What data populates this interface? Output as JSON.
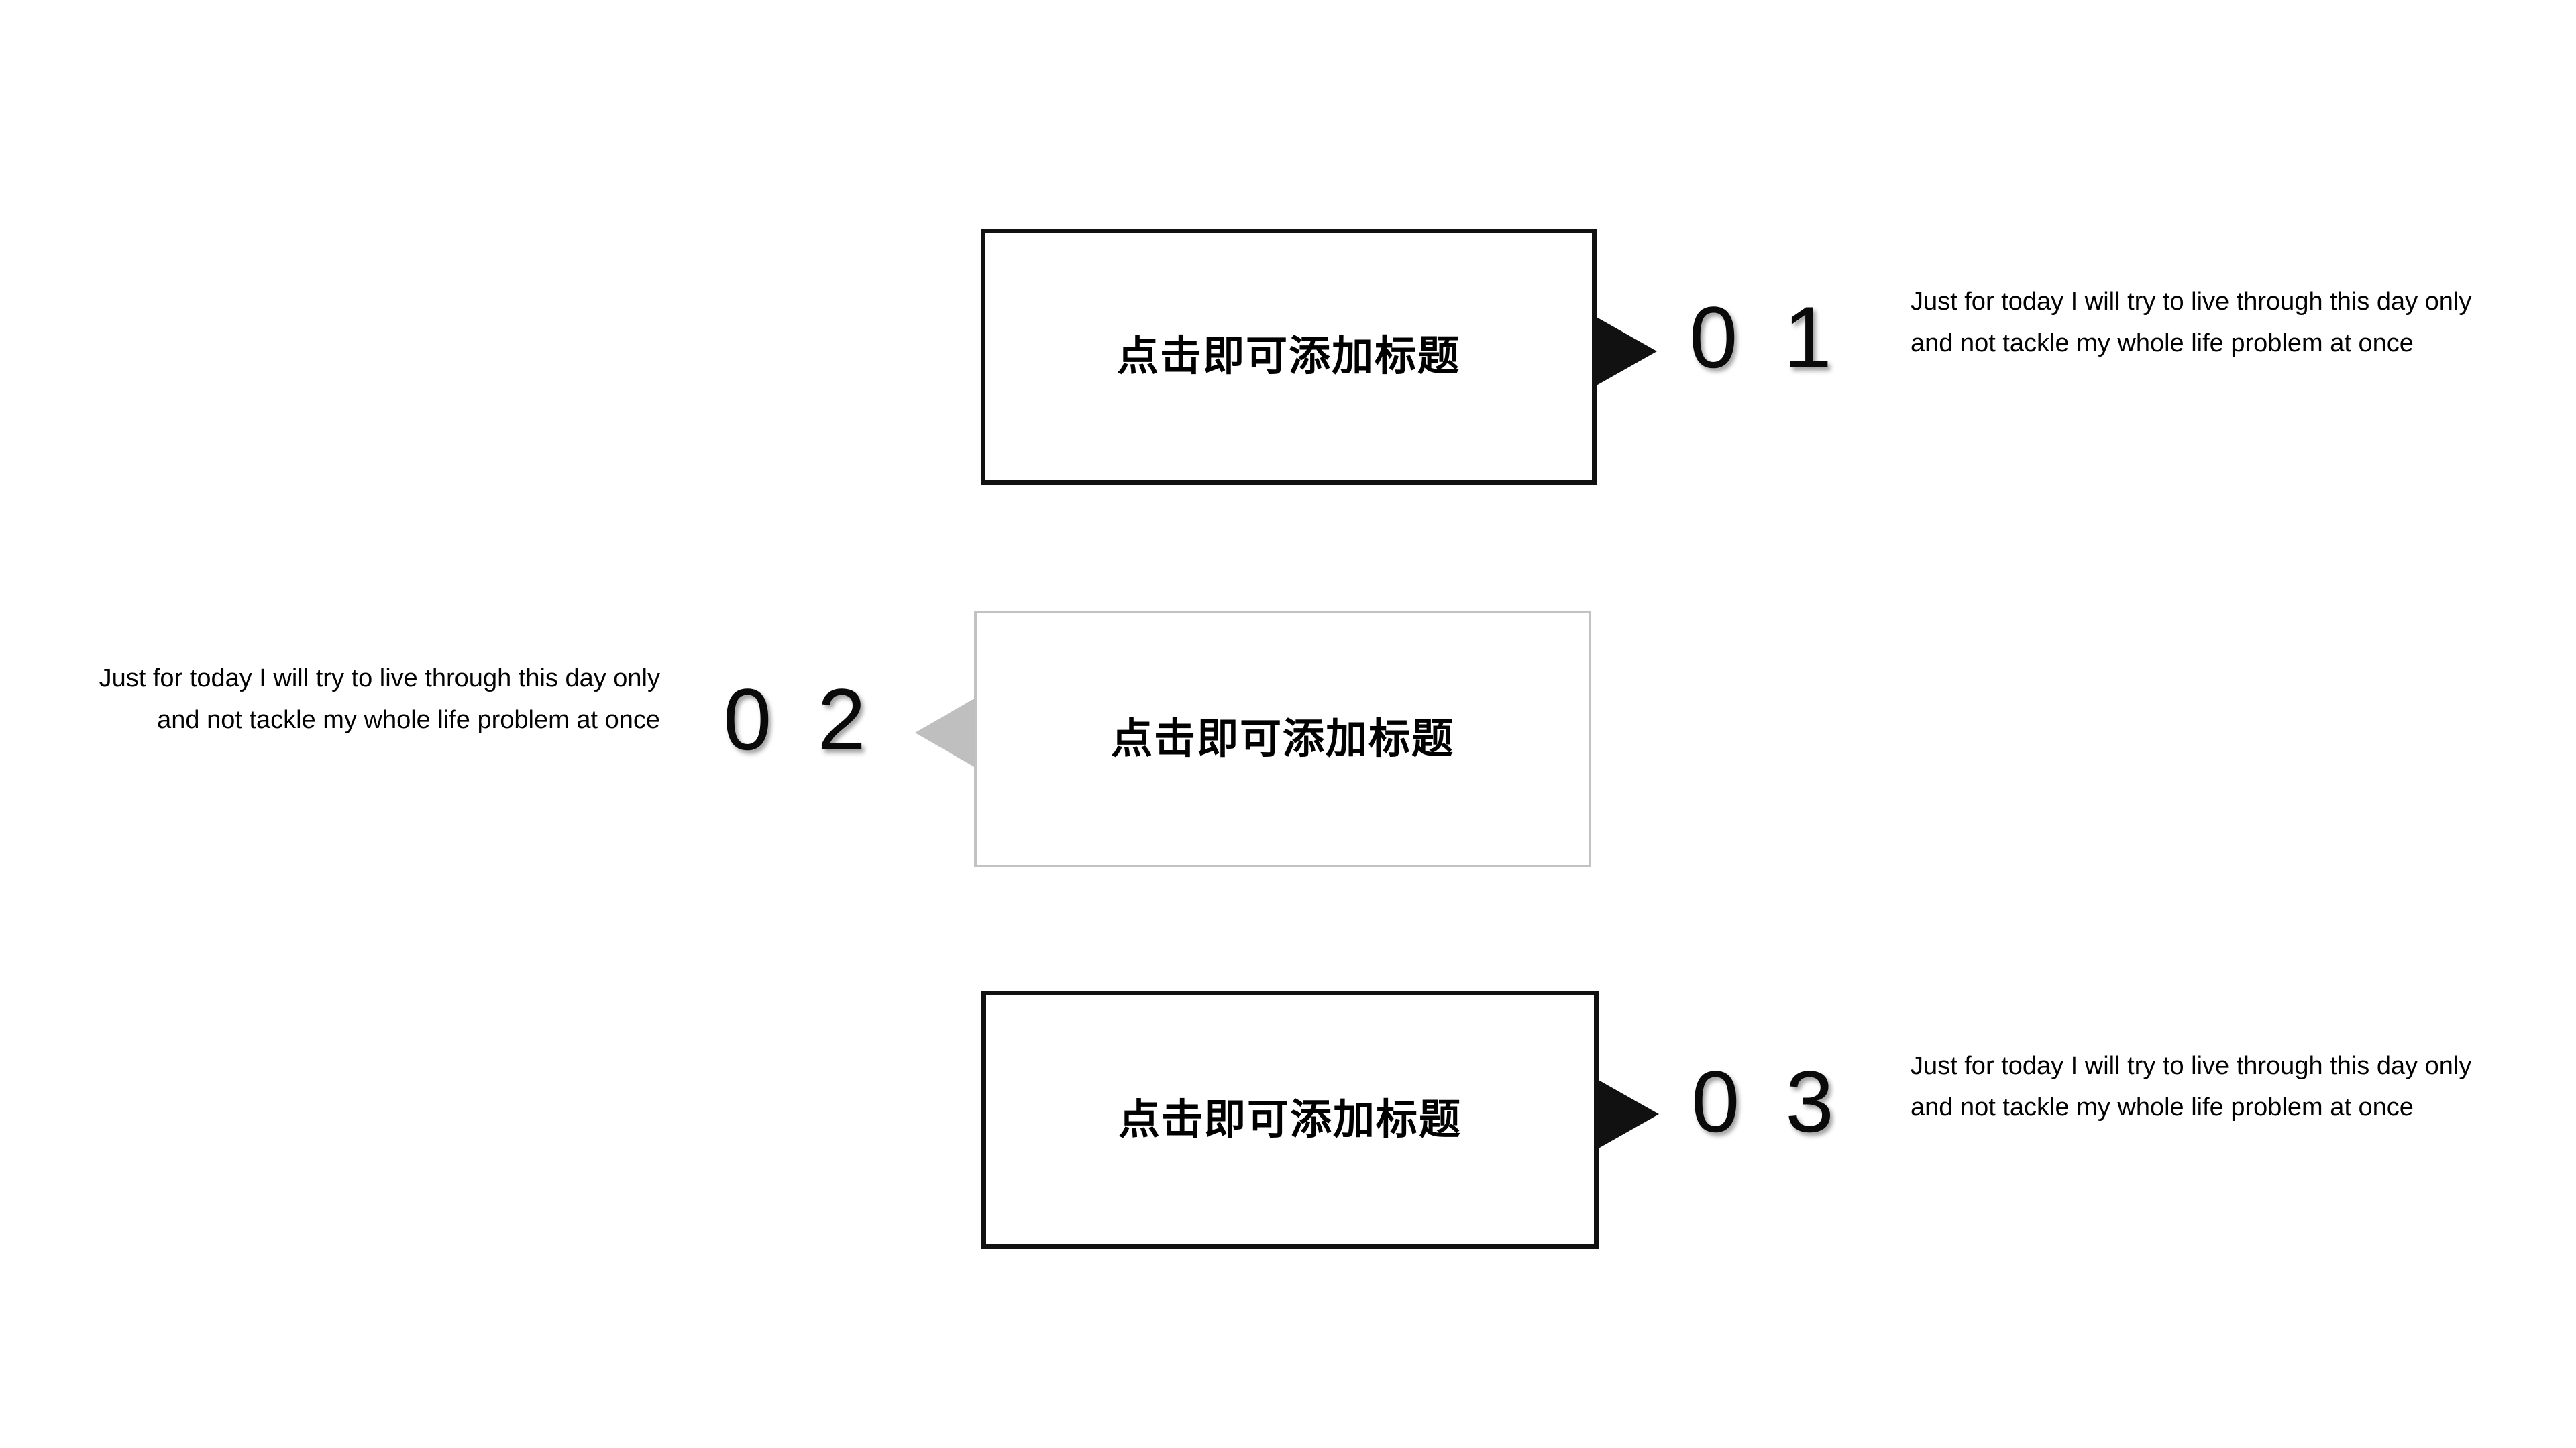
{
  "slide": {
    "background_color": "#ffffff",
    "accent_dark": "#111111",
    "accent_light": "#bfbfbf",
    "text_color": "#000000"
  },
  "items": [
    {
      "number": "0 1",
      "title": "点击即可添加标题",
      "body": "Just for today I will try to live through this day only and not tackle my whole life problem at once",
      "box_style": "dark",
      "arrow_direction": "right",
      "arrow_color": "#111111",
      "text_align": "left"
    },
    {
      "number": "0 2",
      "title": "点击即可添加标题",
      "body": "Just for today I will try to live through this day only and not tackle my whole life problem at once",
      "box_style": "light",
      "arrow_direction": "left",
      "arrow_color": "#bfbfbf",
      "text_align": "right"
    },
    {
      "number": "0 3",
      "title": "点击即可添加标题",
      "body": "Just for today I will try to live through this day only and not tackle my whole life problem at once",
      "box_style": "dark",
      "arrow_direction": "right",
      "arrow_color": "#111111",
      "text_align": "left"
    }
  ]
}
